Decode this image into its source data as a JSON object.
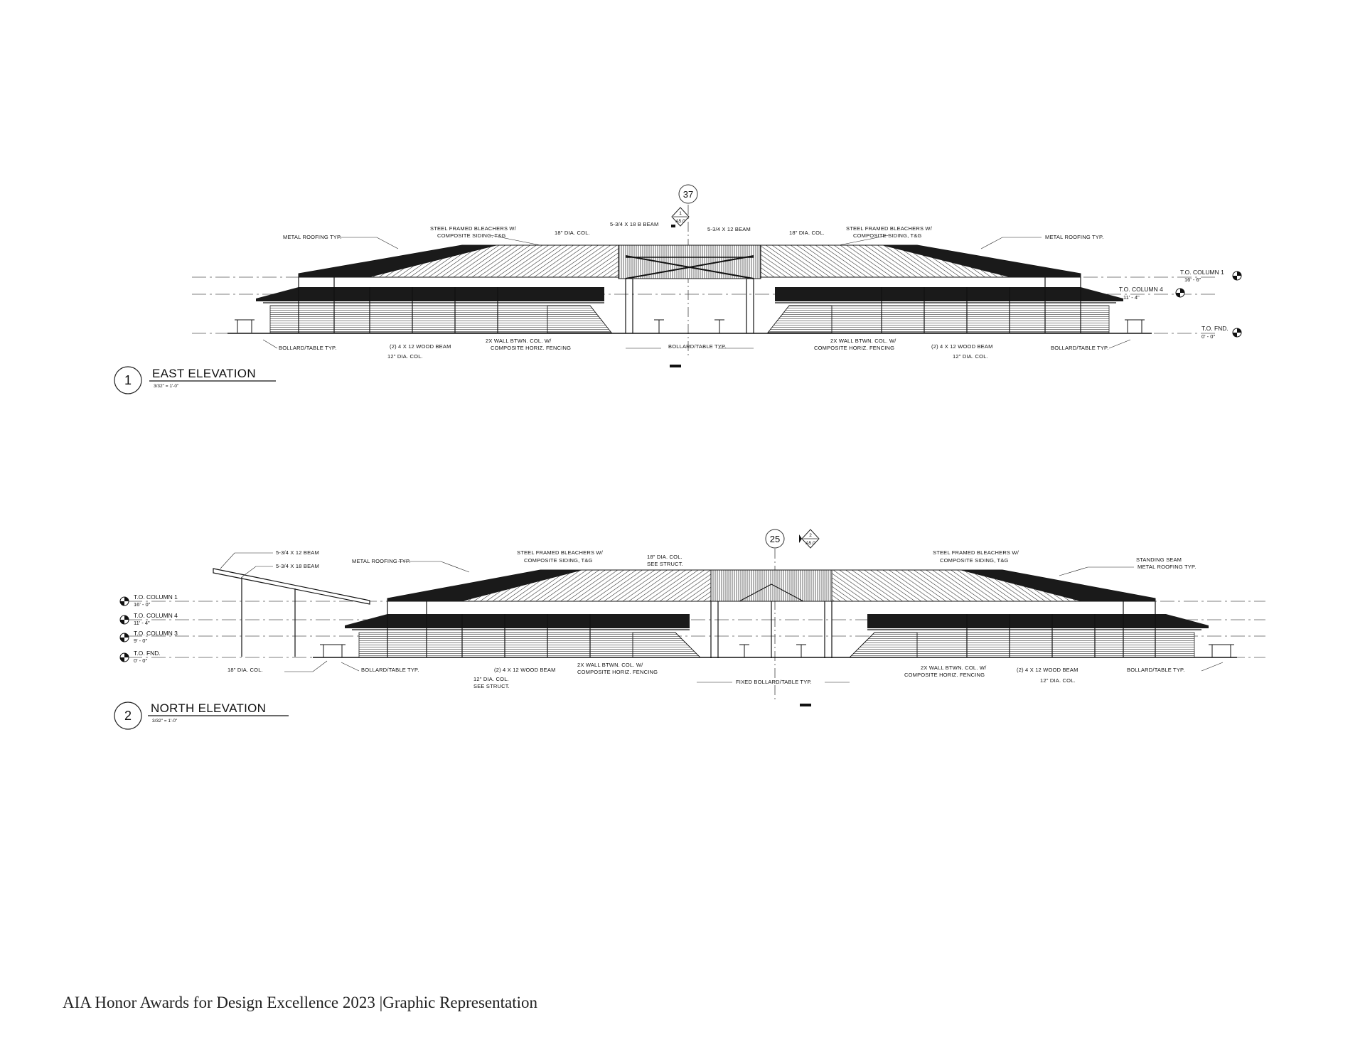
{
  "footer": "AIA Honor Awards for Design Excellence 2023 |Graphic Representation",
  "east": {
    "number": "1",
    "title": "EAST ELEVATION",
    "scale": "3/32\" = 1'-0\"",
    "grid_bubble": "37",
    "section_tag": {
      "num": "1",
      "sheet": "A5.0"
    },
    "levels": [
      {
        "name": "T.O. COLUMN 1",
        "value": "16' - 6\""
      },
      {
        "name": "T.O. COLUMN 4",
        "value": "11' - 4\""
      },
      {
        "name": "T.O. FND.",
        "value": "0' - 0\""
      }
    ],
    "notes_top": {
      "metal_left": "METAL ROOFING TYP.",
      "bleach_left_1": "STEEL FRAMED BLEACHERS W/",
      "bleach_left_2": "COMPOSITE SIDING, T&G",
      "col18_left": "18\" DIA. COL.",
      "beam18": "5-3/4 X 18 B BEAM",
      "beam12": "5-3/4 X 12 BEAM",
      "col18_right": "18\" DIA. COL.",
      "bleach_right_1": "STEEL FRAMED BLEACHERS W/",
      "bleach_right_2": "COMPOSITE SIDING, T&G",
      "metal_right": "METAL ROOFING TYP."
    },
    "notes_bottom": {
      "bollard_left": "BOLLARD/TABLE TYP.",
      "wood_left": "(2) 4 X 12 WOOD BEAM",
      "col12_left": "12\" DIA. COL.",
      "wall_left_1": "2X WALL BTWN. COL. W/",
      "wall_left_2": "COMPOSITE HORIZ. FENCING",
      "bollard_center": "BOLLARD/TABLE TYP.",
      "wall_right_1": "2X WALL BTWN. COL. W/",
      "wall_right_2": "COMPOSITE HORIZ. FENCING",
      "wood_right": "(2) 4 X 12 WOOD BEAM",
      "col12_right": "12\" DIA. COL.",
      "bollard_right": "BOLLARD/TABLE TYP."
    }
  },
  "north": {
    "number": "2",
    "title": "NORTH ELEVATION",
    "scale": "3/32\" = 1'-0\"",
    "grid_bubble": "25",
    "section_tag": {
      "num": "2",
      "sheet": "A5.0"
    },
    "levels": [
      {
        "name": "T.O. COLUMN 1",
        "value": "16' - 0\""
      },
      {
        "name": "T.O. COLUMN 4",
        "value": "11' - 4\""
      },
      {
        "name": "T.O. COLUMN 3",
        "value": "9' - 0\""
      },
      {
        "name": "T.O. FND.",
        "value": "0' - 0\""
      }
    ],
    "notes_top": {
      "beam12": "5-3/4 X 12 BEAM",
      "beam18": "5-3/4 X 18 BEAM",
      "metal_left": "METAL ROOFING TYP.",
      "bleach_left_1": "STEEL FRAMED BLEACHERS W/",
      "bleach_left_2": "COMPOSITE SIDING, T&G",
      "col18_1": "18\" DIA. COL.",
      "col18_2": "SEE STRUCT.",
      "bleach_right_1": "STEEL FRAMED BLEACHERS W/",
      "bleach_right_2": "COMPOSITE SIDING, T&G",
      "seam_1": "STANDING SEAM",
      "seam_2": "METAL ROOFING TYP."
    },
    "notes_bottom": {
      "col18": "18\" DIA. COL.",
      "bollard_left": "BOLLARD/TABLE TYP.",
      "col12_1": "12\" DIA. COL.",
      "col12_2": "SEE STRUCT.",
      "wood_left": "(2) 4 X 12 WOOD BEAM",
      "wall_left_1": "2X WALL BTWN. COL. W/",
      "wall_left_2": "COMPOSITE HORIZ. FENCING",
      "fixed": "FIXED BOLLARD/TABLE TYP.",
      "wall_right_1": "2X WALL BTWN. COL. W/",
      "wall_right_2": "COMPOSITE HORIZ. FENCING",
      "wood_right": "(2) 4 X 12 WOOD BEAM",
      "col12_right": "12\" DIA. COL.",
      "bollard_right": "BOLLARD/TABLE TYP."
    }
  }
}
